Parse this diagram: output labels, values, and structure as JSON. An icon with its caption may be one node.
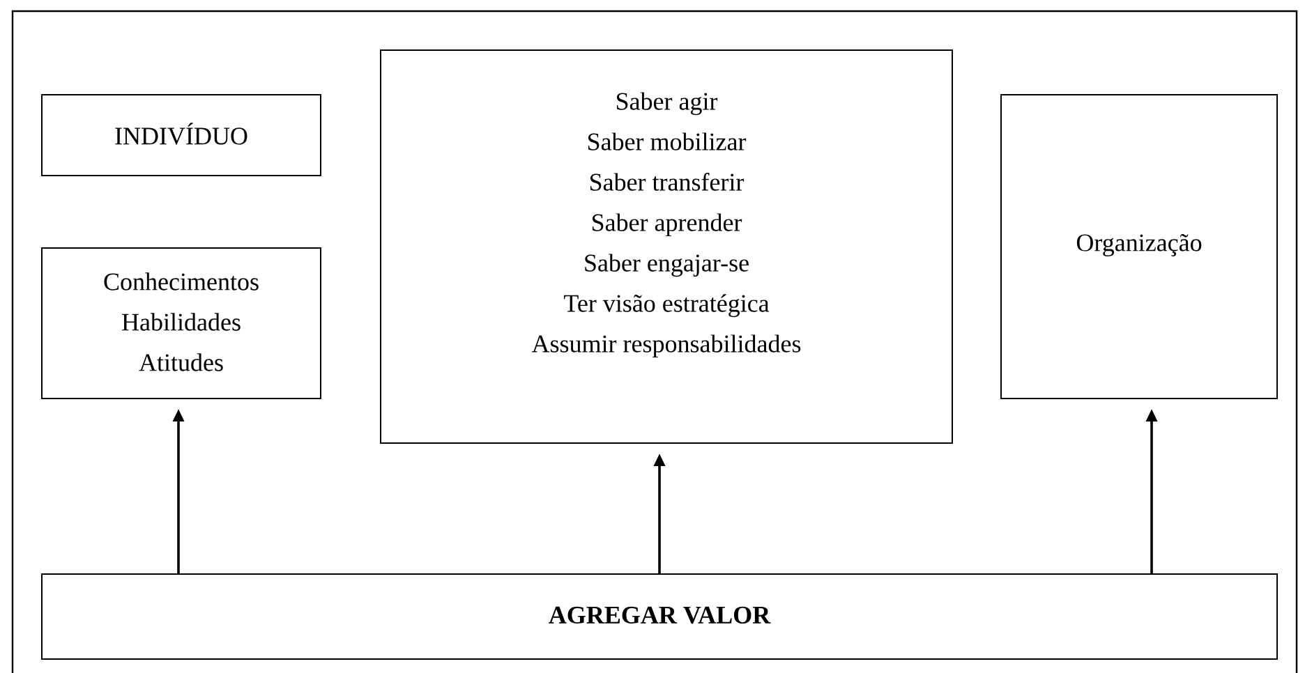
{
  "diagram": {
    "nodes": [
      {
        "text": [
          "INDIVÍDUO"
        ]
      },
      {
        "text": [
          "Conhecimentos",
          "Habilidades",
          "Atitudes"
        ]
      },
      {
        "text": [
          "Saber agir",
          "Saber mobilizar",
          "Saber transferir",
          "Saber aprender",
          "Saber engajar-se",
          "Ter visão estratégica",
          "Assumir responsabilidades"
        ]
      },
      {
        "text": [
          "Organização"
        ]
      },
      {
        "text": [
          "AGREGAR VALOR"
        ]
      }
    ],
    "edges": [
      {
        "from": 4,
        "to": 1,
        "arrow": "to"
      },
      {
        "from": 4,
        "to": 2,
        "arrow": "to"
      },
      {
        "from": 4,
        "to": 3,
        "arrow": "to"
      }
    ]
  }
}
